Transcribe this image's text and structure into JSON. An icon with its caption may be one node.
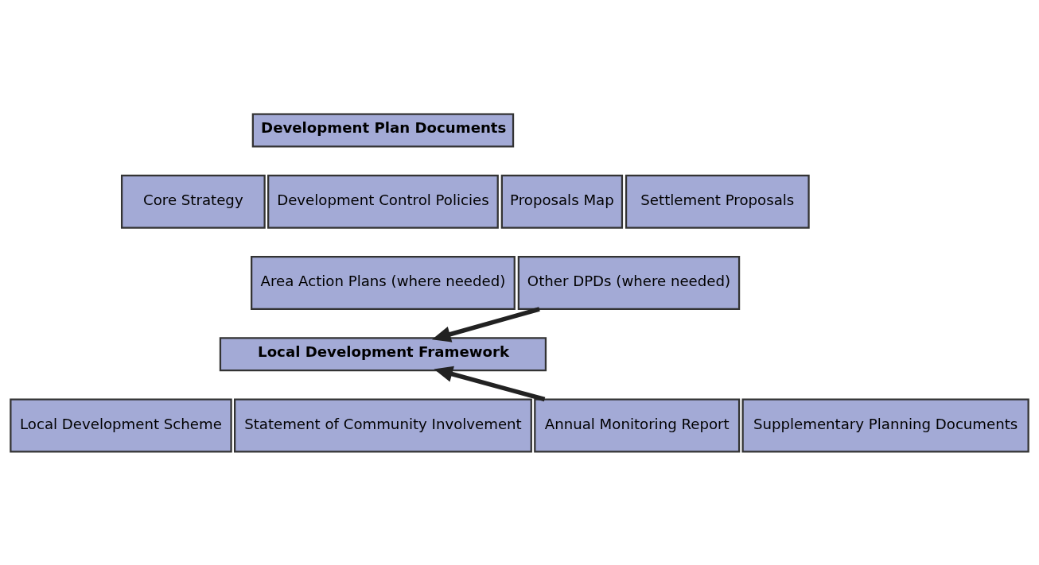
{
  "diagram": {
    "nodes": [
      {
        "text": [
          "Development Plan Documents"
        ]
      },
      {
        "text": [
          "Core Strategy"
        ]
      },
      {
        "text": [
          "Development Control Policies"
        ]
      },
      {
        "text": [
          "Proposals Map"
        ]
      },
      {
        "text": [
          "Settlement Proposals"
        ]
      },
      {
        "text": [
          "Area Action Plans (where needed)"
        ]
      },
      {
        "text": [
          "Other DPDs (where needed)"
        ]
      },
      {
        "text": [
          "Local Development Framework"
        ]
      },
      {
        "text": [
          "Local Development Scheme"
        ]
      },
      {
        "text": [
          "Statement of Community Involvement"
        ]
      },
      {
        "text": [
          "Annual Monitoring Report"
        ]
      },
      {
        "text": [
          "Supplementary Planning Documents"
        ]
      }
    ],
    "edges": [
      {
        "from": 6,
        "to": 7,
        "arrow": "to"
      },
      {
        "from": 10,
        "to": 7,
        "arrow": "to"
      }
    ]
  }
}
